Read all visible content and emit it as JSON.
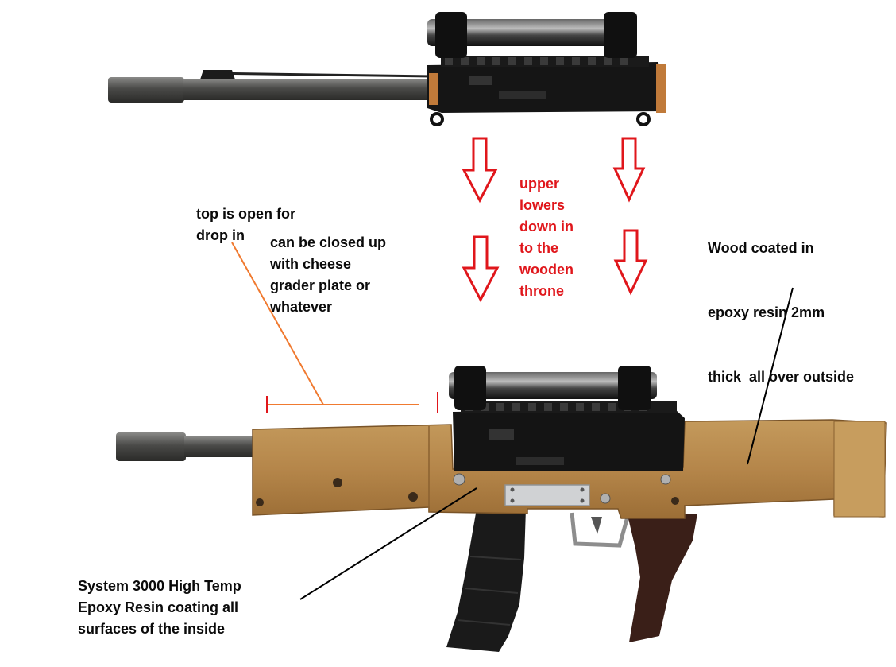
{
  "labels": {
    "top_open": [
      "top is open for",
      "drop in"
    ],
    "closed_up": [
      "can be closed up",
      "with cheese",
      "grader plate or",
      "whatever"
    ],
    "upper_lowers": [
      "upper",
      "lowers",
      "down in",
      "to the",
      "wooden",
      "throne"
    ],
    "wood_coated": [
      "Wood coated in",
      "epoxy resin 2mm",
      "thick  all over outside"
    ],
    "system3000": [
      "System 3000 High Temp",
      "Epoxy Resin coating all",
      "surfaces of the inside"
    ]
  },
  "colors": {
    "annotation_red": "#e0161b",
    "annotation_black": "#0a0a0a",
    "leader_orange": "#f07a30",
    "wood": "#b8894c",
    "metal": "#141414"
  }
}
